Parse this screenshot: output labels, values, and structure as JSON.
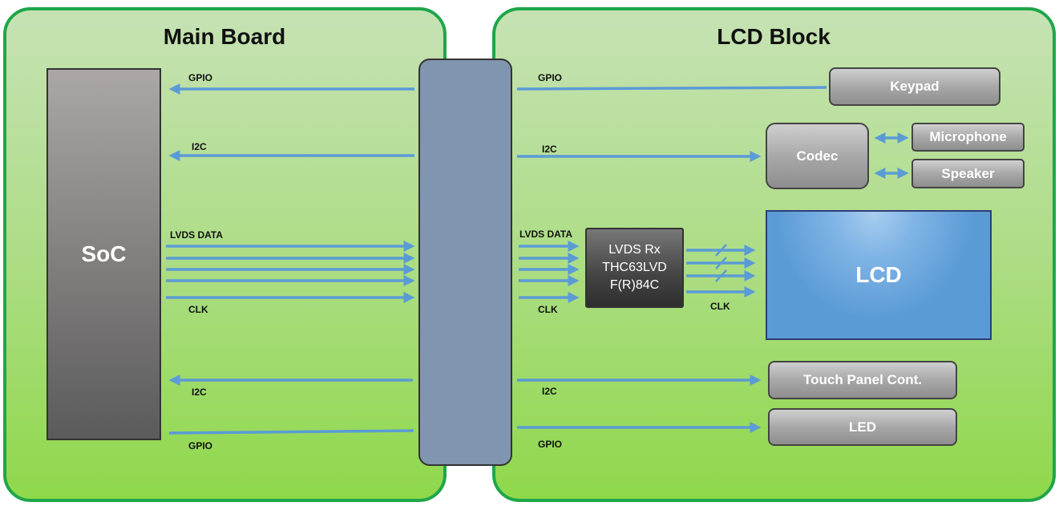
{
  "main_board": {
    "title": "Main Board",
    "soc_label": "SoC"
  },
  "lcd_block": {
    "title": "LCD Block",
    "keypad": "Keypad",
    "codec": "Codec",
    "microphone": "Microphone",
    "speaker": "Speaker",
    "lvds_rx": [
      "LVDS Rx",
      "THC63LVD",
      "F(R)84C"
    ],
    "lcd": "LCD",
    "touch_panel": "Touch Panel Cont.",
    "led": "LED"
  },
  "signals": {
    "gpio": "GPIO",
    "i2c": "I2C",
    "lvds_data": "LVDS DATA",
    "clk": "CLK"
  },
  "colors": {
    "panel_border": "#1fa64a",
    "arrow": "#5b9bd5",
    "connector": "#8095b0",
    "lcd": "#5b9bd5"
  }
}
